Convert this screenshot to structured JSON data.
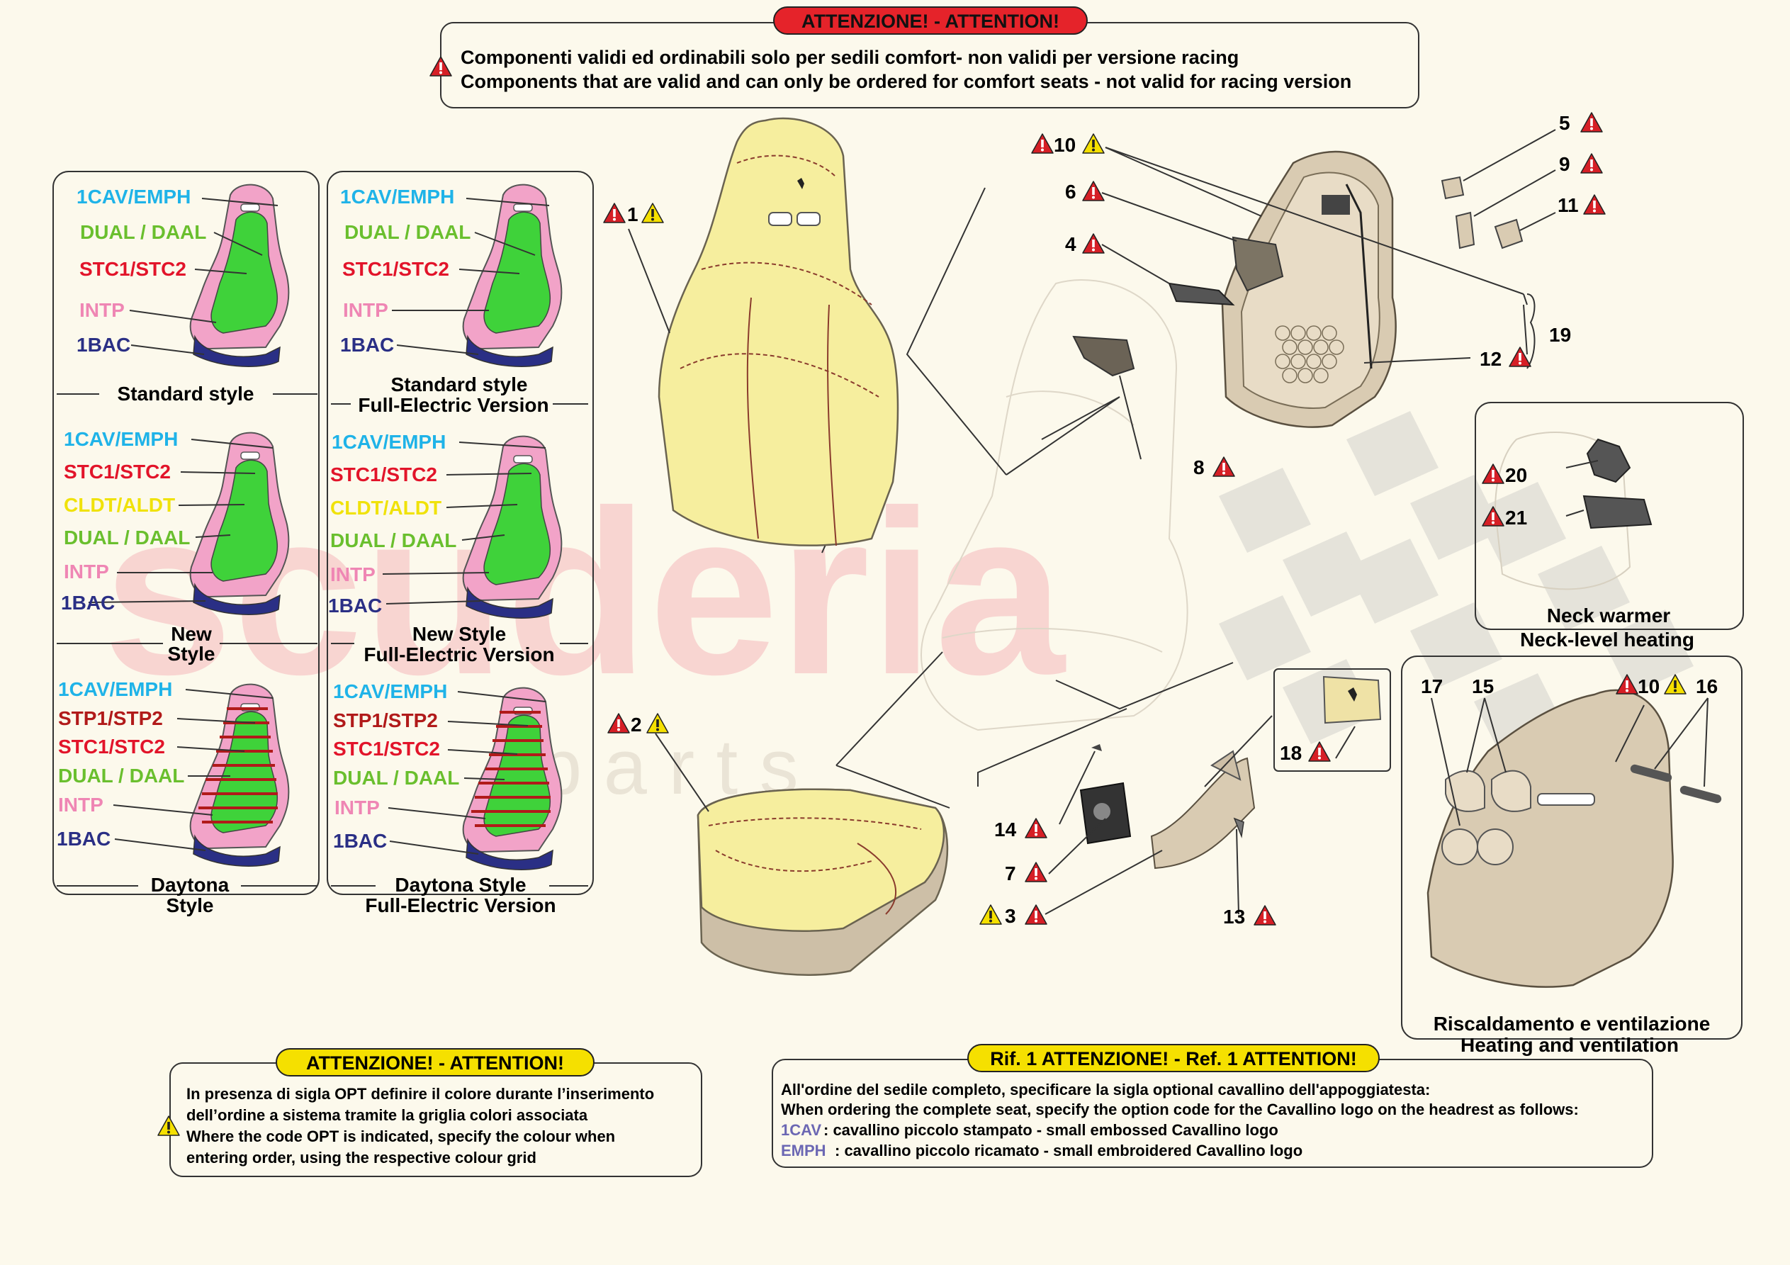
{
  "colors": {
    "cav": "#1fb3e8",
    "dual": "#6abf2e",
    "stc": "#e2142a",
    "intp": "#ef86b4",
    "bac": "#2a2f85",
    "cldt": "#f0e20a",
    "stp": "#b11a1a",
    "seat_pink": "#f2a3c8",
    "seat_green": "#3fd23a",
    "seat_yellow": "#f6ee9e",
    "warn_red": "#d61f26",
    "warn_yellow": "#f5e000",
    "watermark": "#f7c9c9"
  },
  "top_warning": {
    "title": "ATTENZIONE! - ATTENTION!",
    "line1": "Componenti validi ed ordinabili solo per sedili comfort- non validi per versione  racing",
    "line2": "Components that are valid and can only be ordered for comfort seats - not valid for racing version"
  },
  "styles": {
    "standard": {
      "cav": "1CAV/EMPH",
      "dual": "DUAL / DAAL",
      "stc": "STC1/STC2",
      "intp": "INTP",
      "bac": "1BAC",
      "caption": "Standard style"
    },
    "standard_fe": {
      "cav": "1CAV/EMPH",
      "dual": "DUAL / DAAL",
      "stc": "STC1/STC2",
      "intp": "INTP",
      "bac": "1BAC",
      "caption1": "Standard style",
      "caption2": "Full-Electric Version"
    },
    "new": {
      "cav": "1CAV/EMPH",
      "stc": "STC1/STC2",
      "cldt": "CLDT/ALDT",
      "dual": "DUAL / DAAL",
      "intp": "INTP",
      "bac": "1BAC",
      "caption1": "New",
      "caption2": "Style"
    },
    "new_fe": {
      "cav": "1CAV/EMPH",
      "stc": "STC1/STC2",
      "cldt": "CLDT/ALDT",
      "dual": "DUAL / DAAL",
      "intp": "INTP",
      "bac": "1BAC",
      "caption1": "New Style",
      "caption2": "Full-Electric Version"
    },
    "daytona": {
      "cav": "1CAV/EMPH",
      "stp": "STP1/STP2",
      "stc": "STC1/STC2",
      "dual": "DUAL / DAAL",
      "intp": "INTP",
      "bac": "1BAC",
      "caption1": "Daytona",
      "caption2": "Style"
    },
    "daytona_fe": {
      "cav": "1CAV/EMPH",
      "stp": "STP1/STP2",
      "stc": "STC1/STC2",
      "dual": "DUAL / DAAL",
      "intp": "INTP",
      "bac": "1BAC",
      "caption1": "Daytona Style",
      "caption2": "Full-Electric Version"
    }
  },
  "callouts": {
    "c1": "1",
    "c2": "2",
    "c3": "3",
    "c4": "4",
    "c5": "5",
    "c6": "6",
    "c7": "7",
    "c8": "8",
    "c9": "9",
    "c10": "10",
    "c11": "11",
    "c12": "12",
    "c13": "13",
    "c14": "14",
    "c15": "15",
    "c16": "16",
    "c17": "17",
    "c18": "18",
    "c19": "19",
    "c20": "20",
    "c21": "21",
    "c10b": "10"
  },
  "neck": {
    "line1": "Neck warmer",
    "line2": "Neck-level heating"
  },
  "heat": {
    "line1": "Riscaldamento e ventilazione",
    "line2": "Heating and ventilation"
  },
  "bottom_warning": {
    "title": "ATTENZIONE! - ATTENTION!",
    "l1": "In presenza di sigla OPT definire il colore durante l’inserimento",
    "l2": "dell’ordine a sistema tramite la griglia colori associata",
    "l3": "Where the code OPT is indicated, specify the colour when",
    "l4": "entering order, using the respective colour grid"
  },
  "ref_warning": {
    "title": "Rif. 1 ATTENZIONE! - Ref. 1 ATTENTION!",
    "l1": "All'ordine del sedile completo, specificare la sigla optional cavallino dell'appoggiatesta:",
    "l2": "When ordering the complete seat, specify the option code for the Cavallino logo on the headrest as follows:",
    "code1": "1CAV",
    "desc1": ": cavallino piccolo stampato - small embossed Cavallino logo",
    "code2": "EMPH",
    "desc2": ": cavallino piccolo ricamato - small embroidered Cavallino logo"
  },
  "watermark": {
    "main": "scuderia",
    "sub": "p a r t s"
  }
}
